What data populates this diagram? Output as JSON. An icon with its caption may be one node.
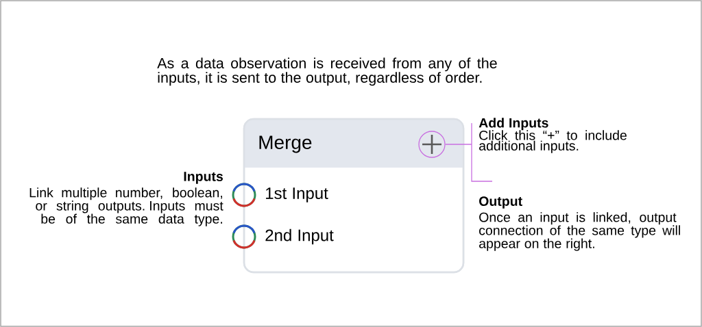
{
  "diagram": {
    "title": "As a data observation is received from any of the inputs, it is sent to the output, regardless of order.",
    "nodes": [
      {
        "text": [
          "Merge"
        ]
      },
      {
        "text": [],
        "shape": "circle",
        "in": 0
      },
      {
        "text": [
          "1st Input"
        ],
        "in": 0
      },
      {
        "text": [
          "2nd Input"
        ],
        "in": 0
      },
      {
        "text": [],
        "shape": "circle"
      },
      {
        "text": [],
        "shape": "circle"
      },
      {
        "text": [
          "Add Inputs",
          "Click this “+” to include additional inputs."
        ]
      }
    ],
    "edges": [
      {
        "from": 6,
        "to": 1,
        "arrow": "none",
        "color": "#c86fe0"
      }
    ],
    "labels": [
      "Inputs",
      "Link multiple number, boolean, or string outputs. Inputs must be of the same data type.",
      "Output",
      "Once an input is linked, output connection of the same type will appear on the right."
    ]
  }
}
